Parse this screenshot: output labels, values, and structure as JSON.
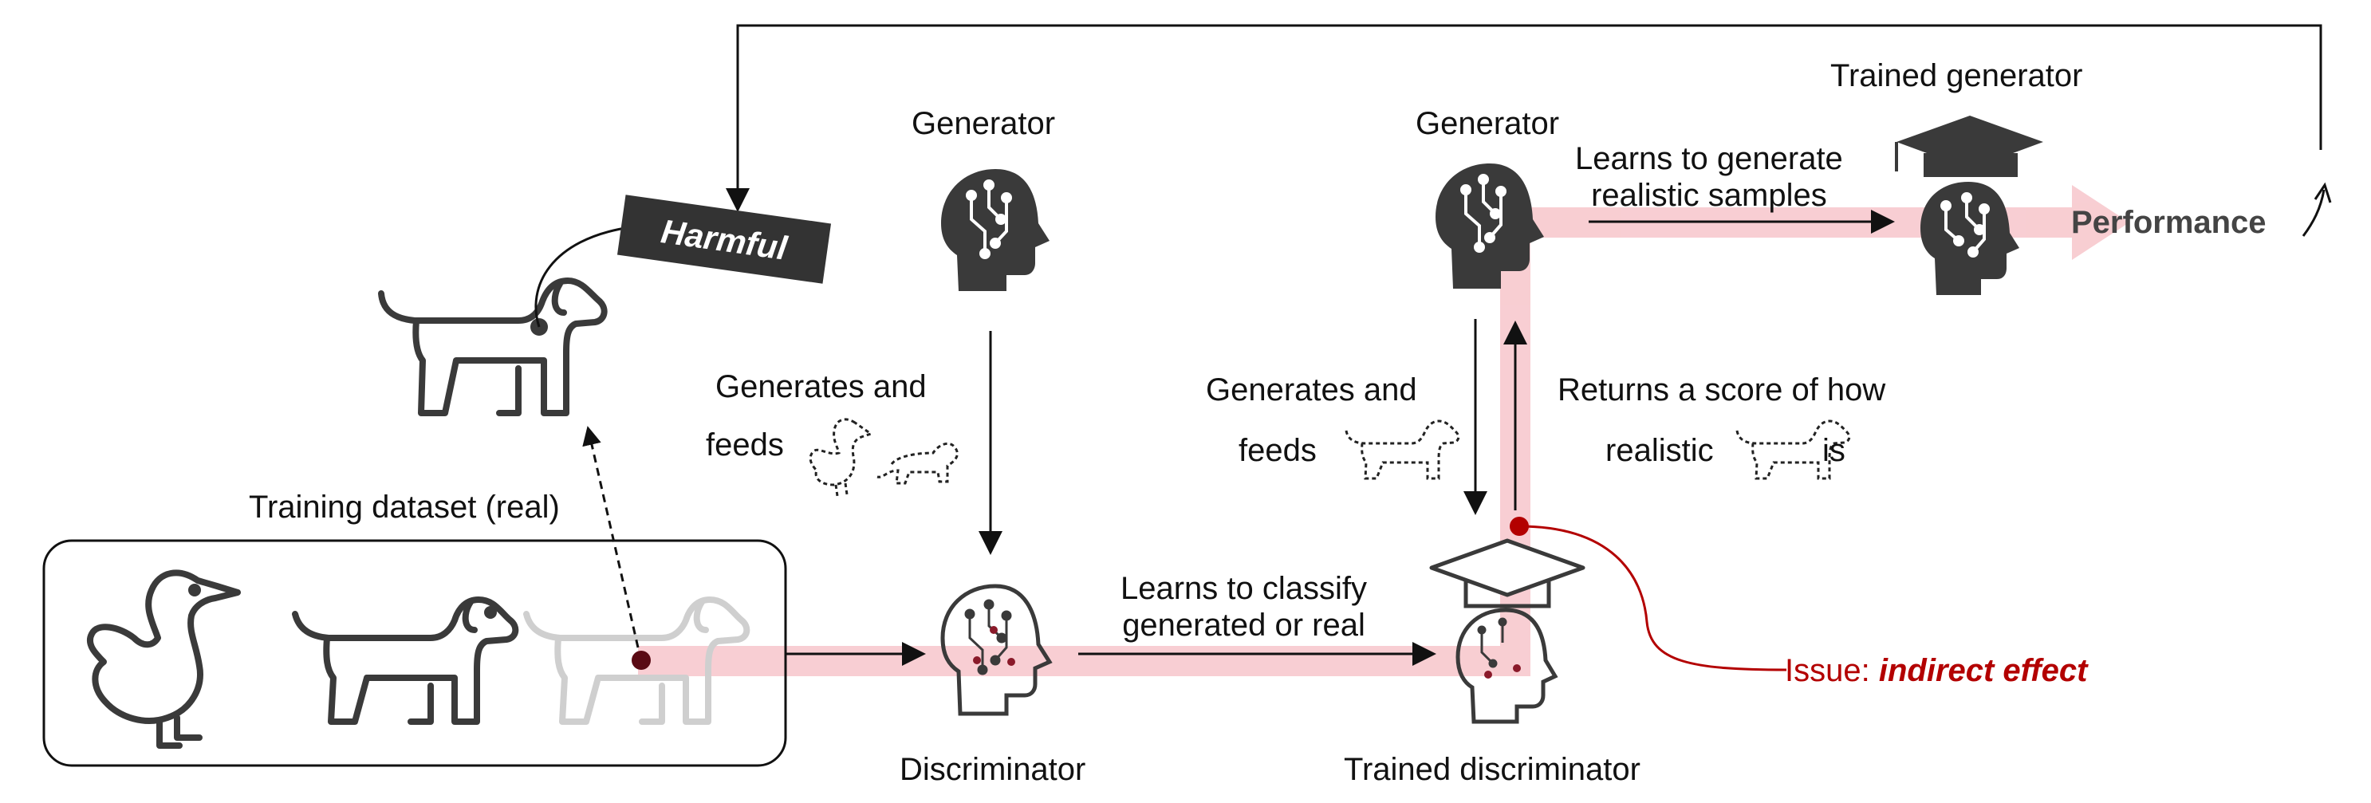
{
  "labels": {
    "training_dataset": "Training dataset (real)",
    "generator_left": "Generator",
    "generator_right": "Generator",
    "trained_generator": "Trained generator",
    "discriminator": "Discriminator",
    "trained_discriminator": "Trained discriminator",
    "harmful_tag": "Harmful",
    "performance": "Performance",
    "learns_generate_line1": "Learns to generate",
    "learns_generate_line2": "realistic samples",
    "learns_classify_line1": "Learns to classify",
    "learns_classify_line2": "generated or real",
    "generates_left_line1": "Generates and",
    "generates_left_line2": "feeds",
    "generates_right_line1": "Generates and",
    "generates_right_line2": "feeds",
    "returns_line1": "Returns a score of how",
    "returns_line2_a": "realistic",
    "returns_line2_b": "is",
    "issue_prefix": "Issue: ",
    "issue_emphasis": "indirect effect"
  },
  "colors": {
    "highlight": "#f7c6cb",
    "icon_dark": "#3a3a3a",
    "accent_red": "#b30000",
    "dot": "#5a0a14"
  },
  "icons": [
    "duck-icon",
    "dog-icon",
    "faded-dog-icon",
    "generator-head-icon",
    "discriminator-head-icon",
    "graduation-cap-icon",
    "harmful-tag",
    "trend-up-arrow-icon"
  ]
}
